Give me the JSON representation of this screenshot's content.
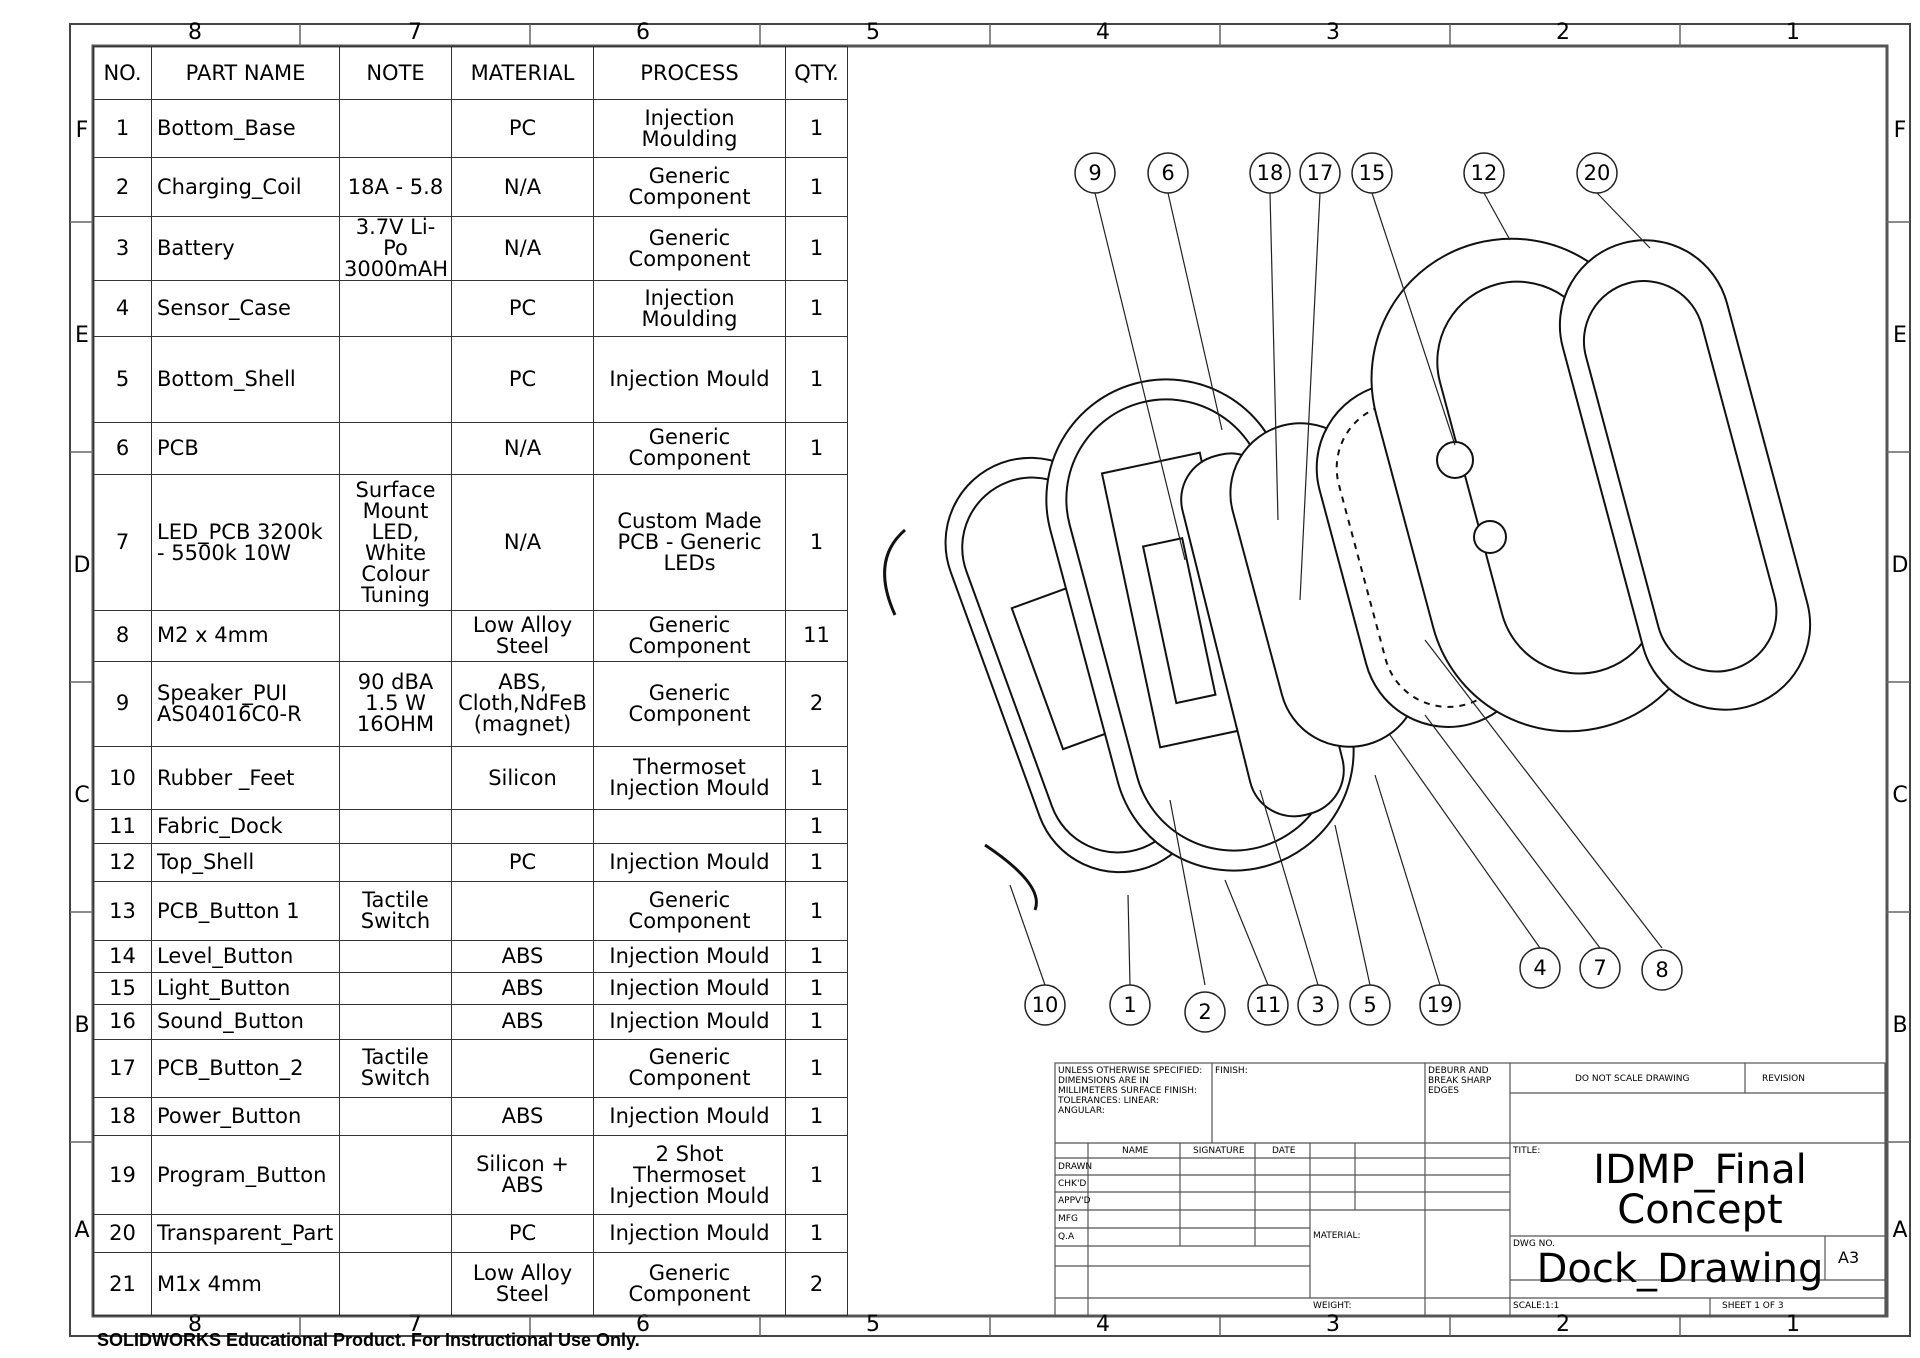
{
  "zones": {
    "columns": [
      "8",
      "7",
      "6",
      "5",
      "4",
      "3",
      "2",
      "1"
    ],
    "rows": [
      "F",
      "E",
      "D",
      "C",
      "B",
      "A"
    ]
  },
  "bom": {
    "headers": [
      "NO.",
      "PART NAME",
      "NOTE",
      "MATERIAL",
      "PROCESS",
      "QTY."
    ],
    "rows": [
      {
        "no": "1",
        "name": "Bottom_Base",
        "note": "",
        "material": "PC",
        "process": "Injection Moulding",
        "qty": "1"
      },
      {
        "no": "2",
        "name": "Charging_Coil",
        "note": "18A - 5.8",
        "material": "N/A",
        "process": "Generic Component",
        "qty": "1"
      },
      {
        "no": "3",
        "name": "Battery",
        "note": "3.7V Li-Po 3000mAH",
        "material": "N/A",
        "process": "Generic Component",
        "qty": "1"
      },
      {
        "no": "4",
        "name": "Sensor_Case",
        "note": "",
        "material": "PC",
        "process": "Injection Moulding",
        "qty": "1"
      },
      {
        "no": "5",
        "name": "Bottom_Shell",
        "note": "",
        "material": "PC",
        "process": "Injection Mould",
        "qty": "1"
      },
      {
        "no": "6",
        "name": "PCB",
        "note": "",
        "material": "N/A",
        "process": "Generic Component",
        "qty": "1"
      },
      {
        "no": "7",
        "name": "LED_PCB 3200k - 5500k 10W",
        "note": "Surface Mount LED, White Colour Tuning",
        "material": "N/A",
        "process": "Custom Made PCB - Generic LEDs",
        "qty": "1"
      },
      {
        "no": "8",
        "name": "M2 x 4mm",
        "note": "",
        "material": "Low Alloy Steel",
        "process": "Generic Component",
        "qty": "11"
      },
      {
        "no": "9",
        "name": "Speaker_PUI AS04016C0-R",
        "note": "90 dBA 1.5 W 16OHM",
        "material": "ABS, Cloth,NdFeB (magnet)",
        "process": "Generic Component",
        "qty": "2"
      },
      {
        "no": "10",
        "name": "Rubber _Feet",
        "note": "",
        "material": "Silicon",
        "process": "Thermoset Injection Mould",
        "qty": "1"
      },
      {
        "no": "11",
        "name": "Fabric_Dock",
        "note": "",
        "material": "",
        "process": "",
        "qty": "1"
      },
      {
        "no": "12",
        "name": "Top_Shell",
        "note": "",
        "material": "PC",
        "process": "Injection Mould",
        "qty": "1"
      },
      {
        "no": "13",
        "name": "PCB_Button 1",
        "note": "Tactile Switch",
        "material": "",
        "process": "Generic Component",
        "qty": "1"
      },
      {
        "no": "14",
        "name": "Level_Button",
        "note": "",
        "material": "ABS",
        "process": "Injection Mould",
        "qty": "1"
      },
      {
        "no": "15",
        "name": "Light_Button",
        "note": "",
        "material": "ABS",
        "process": "Injection Mould",
        "qty": "1"
      },
      {
        "no": "16",
        "name": "Sound_Button",
        "note": "",
        "material": "ABS",
        "process": "Injection Mould",
        "qty": "1"
      },
      {
        "no": "17",
        "name": "PCB_Button_2",
        "note": "Tactile Switch",
        "material": "",
        "process": "Generic Component",
        "qty": "1"
      },
      {
        "no": "18",
        "name": "Power_Button",
        "note": "",
        "material": "ABS",
        "process": "Injection Mould",
        "qty": "1"
      },
      {
        "no": "19",
        "name": "Program_Button",
        "note": "",
        "material": "Silicon + ABS",
        "process": "2 Shot Thermoset Injection Mould",
        "qty": "1"
      },
      {
        "no": "20",
        "name": "Transparent_Part",
        "note": "",
        "material": "PC",
        "process": "Injection Mould",
        "qty": "1"
      },
      {
        "no": "21",
        "name": "M1x 4mm",
        "note": "",
        "material": "Low Alloy Steel",
        "process": "Generic Component",
        "qty": "2"
      }
    ]
  },
  "balloons": [
    "9",
    "6",
    "18",
    "17",
    "15",
    "12",
    "20",
    "4",
    "7",
    "8",
    "10",
    "1",
    "2",
    "11",
    "3",
    "5",
    "19"
  ],
  "title_block": {
    "tolerance_note": "UNLESS OTHERWISE SPECIFIED: DIMENSIONS ARE IN MILLIMETERS SURFACE FINISH: TOLERANCES: LINEAR: ANGULAR:",
    "finish_label": "FINISH:",
    "deburr_note": "DEBURR AND BREAK SHARP EDGES",
    "do_not_scale": "DO NOT SCALE DRAWING",
    "revision_label": "REVISION",
    "col_name": "NAME",
    "col_signature": "SIGNATURE",
    "col_date": "DATE",
    "row_drawn": "DRAWN",
    "row_chkd": "CHK'D",
    "row_appvd": "APPV'D",
    "row_mfg": "MFG",
    "row_qa": "Q.A",
    "material_label": "MATERIAL:",
    "weight_label": "WEIGHT:",
    "title_label": "TITLE:",
    "title_line1": "IDMP_Final",
    "title_line2": "Concept",
    "dwg_no_label": "DWG NO.",
    "dwg_no": "Dock_Drawing",
    "size": "A3",
    "scale": "SCALE:1:1",
    "sheet": "SHEET 1 OF 3"
  },
  "footer_note": "SOLIDWORKS Educational Product. For Instructional Use Only."
}
